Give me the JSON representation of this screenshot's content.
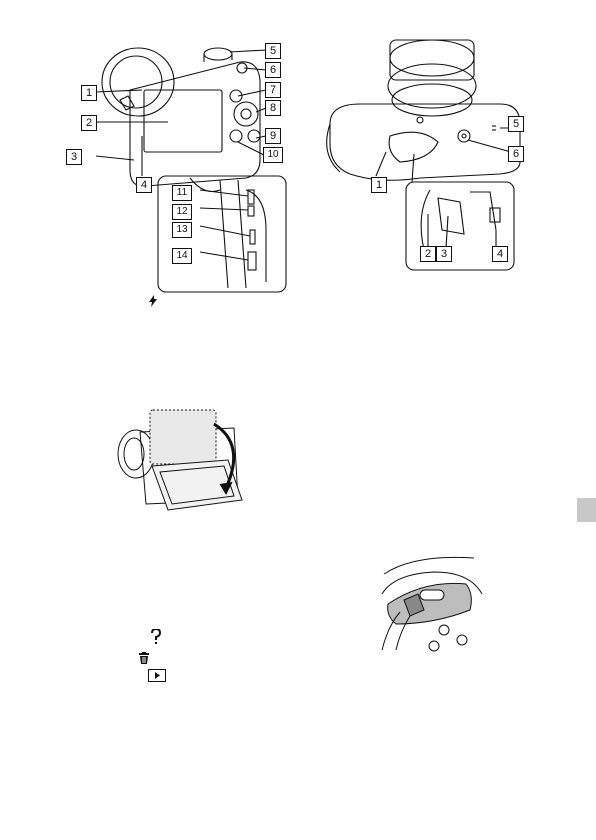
{
  "figure_rear": {
    "callouts": [
      "1",
      "2",
      "3",
      "4",
      "5",
      "6",
      "7",
      "8",
      "9",
      "10",
      "11",
      "12",
      "13",
      "14"
    ]
  },
  "figure_bottom": {
    "callouts": [
      "1",
      "2",
      "3",
      "4",
      "5",
      "6"
    ]
  },
  "icons": {
    "flash": "flash-icon",
    "help": "question-mark-icon",
    "delete": "trash-icon",
    "playback": "playback-button-icon"
  },
  "colors": {
    "side_tab": "#c8c8c8",
    "line_art": "#111111"
  }
}
